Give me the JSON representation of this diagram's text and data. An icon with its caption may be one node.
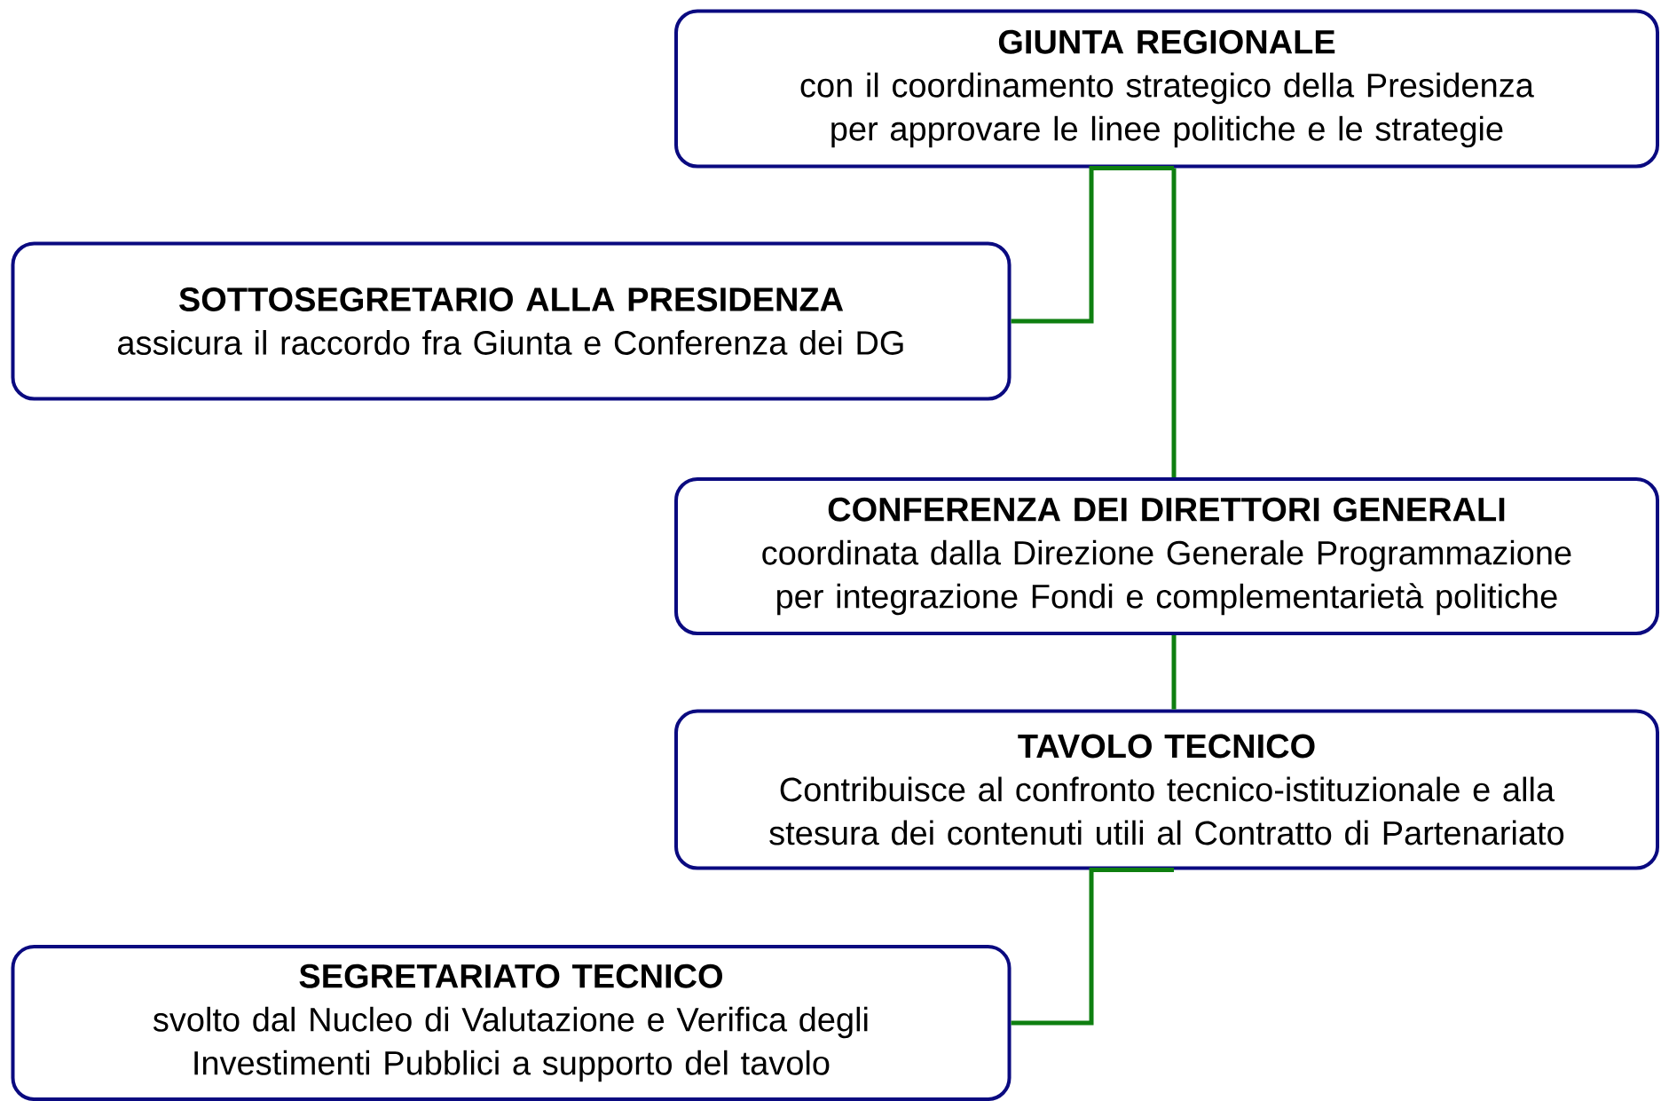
{
  "diagram": {
    "nodes": [
      {
        "text": [
          "GIUNTA REGIONALE",
          "con il coordinamento strategico della Presidenza per approvare le linee politiche e le strategie"
        ]
      },
      {
        "text": [
          "SOTTOSEGRETARIO ALLA PRESIDENZA",
          "assicura il raccordo fra Giunta e Conferenza dei DG"
        ]
      },
      {
        "text": [
          "CONFERENZA DEI DIRETTORI GENERALI",
          "coordinata dalla Direzione Generale Programmazione per integrazione Fondi e complementarietà politiche"
        ]
      },
      {
        "text": [
          "TAVOLO TECNICO",
          "Contribuisce al confronto tecnico-istituzionale e alla stesura dei contenuti utili al Contratto di Partenariato"
        ]
      },
      {
        "text": [
          "SEGRETARIATO TECNICO",
          "svolto dal Nucleo di Valutazione e Verifica degli Investimenti Pubblici a supporto del tavolo"
        ]
      }
    ],
    "edges": [
      {
        "from": 0,
        "to": 1,
        "arrow": "none"
      },
      {
        "from": 0,
        "to": 2,
        "arrow": "none"
      },
      {
        "from": 2,
        "to": 3,
        "arrow": "none"
      },
      {
        "from": 3,
        "to": 4,
        "arrow": "none"
      }
    ]
  }
}
